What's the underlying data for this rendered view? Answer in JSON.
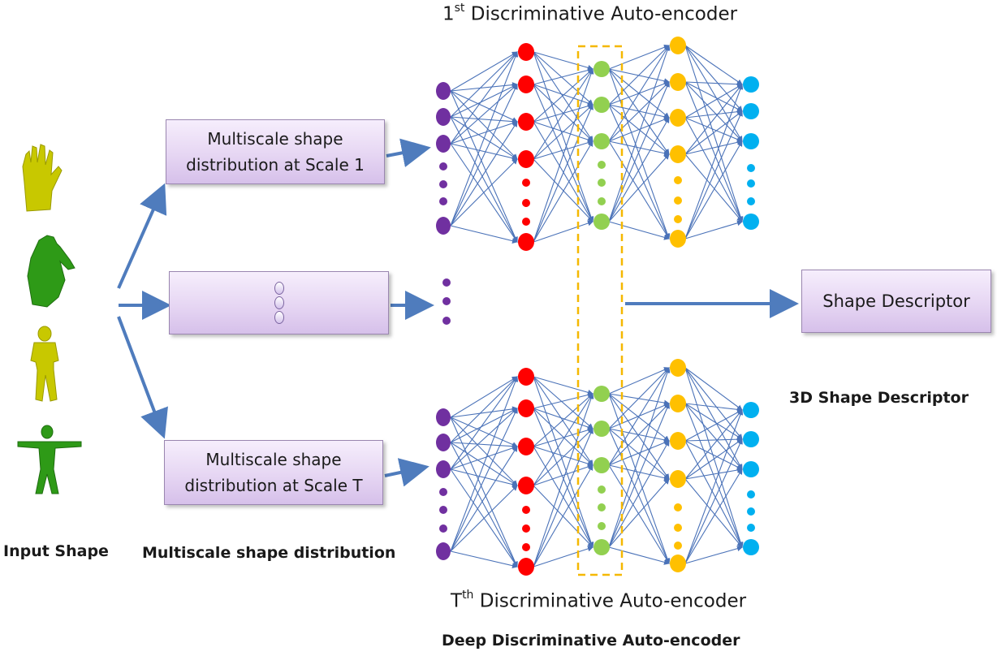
{
  "labels": {
    "encoder_top_sup": "st",
    "encoder_top_prefix": "1",
    "encoder_top_rest": " Discriminative Auto-encoder",
    "encoder_bottom_prefix": "T",
    "encoder_bottom_sup": "th",
    "encoder_bottom_rest": "  Discriminative Auto-encoder",
    "input_shape": "Input Shape",
    "multiscale_section": "Multiscale shape distribution",
    "deep_section": "Deep Discriminative Auto-encoder",
    "descriptor_section": "3D Shape Descriptor"
  },
  "boxes": {
    "scale1": "Multiscale shape distribution at Scale 1",
    "scaleT": "Multiscale shape distribution at Scale T",
    "shape_descriptor": "Shape Descriptor"
  },
  "shapes": [
    "hand-open-yellow",
    "hand-green",
    "humanoid-yellow",
    "humanoid-green"
  ],
  "network": {
    "layer_colors": [
      "#7030a0",
      "#ff0000",
      "#92d050",
      "#ffc000",
      "#00b0f0"
    ],
    "edge_color": "#4a72b8",
    "arrow_color": "#4f7cbd",
    "highlight_color": "#f5b800"
  }
}
